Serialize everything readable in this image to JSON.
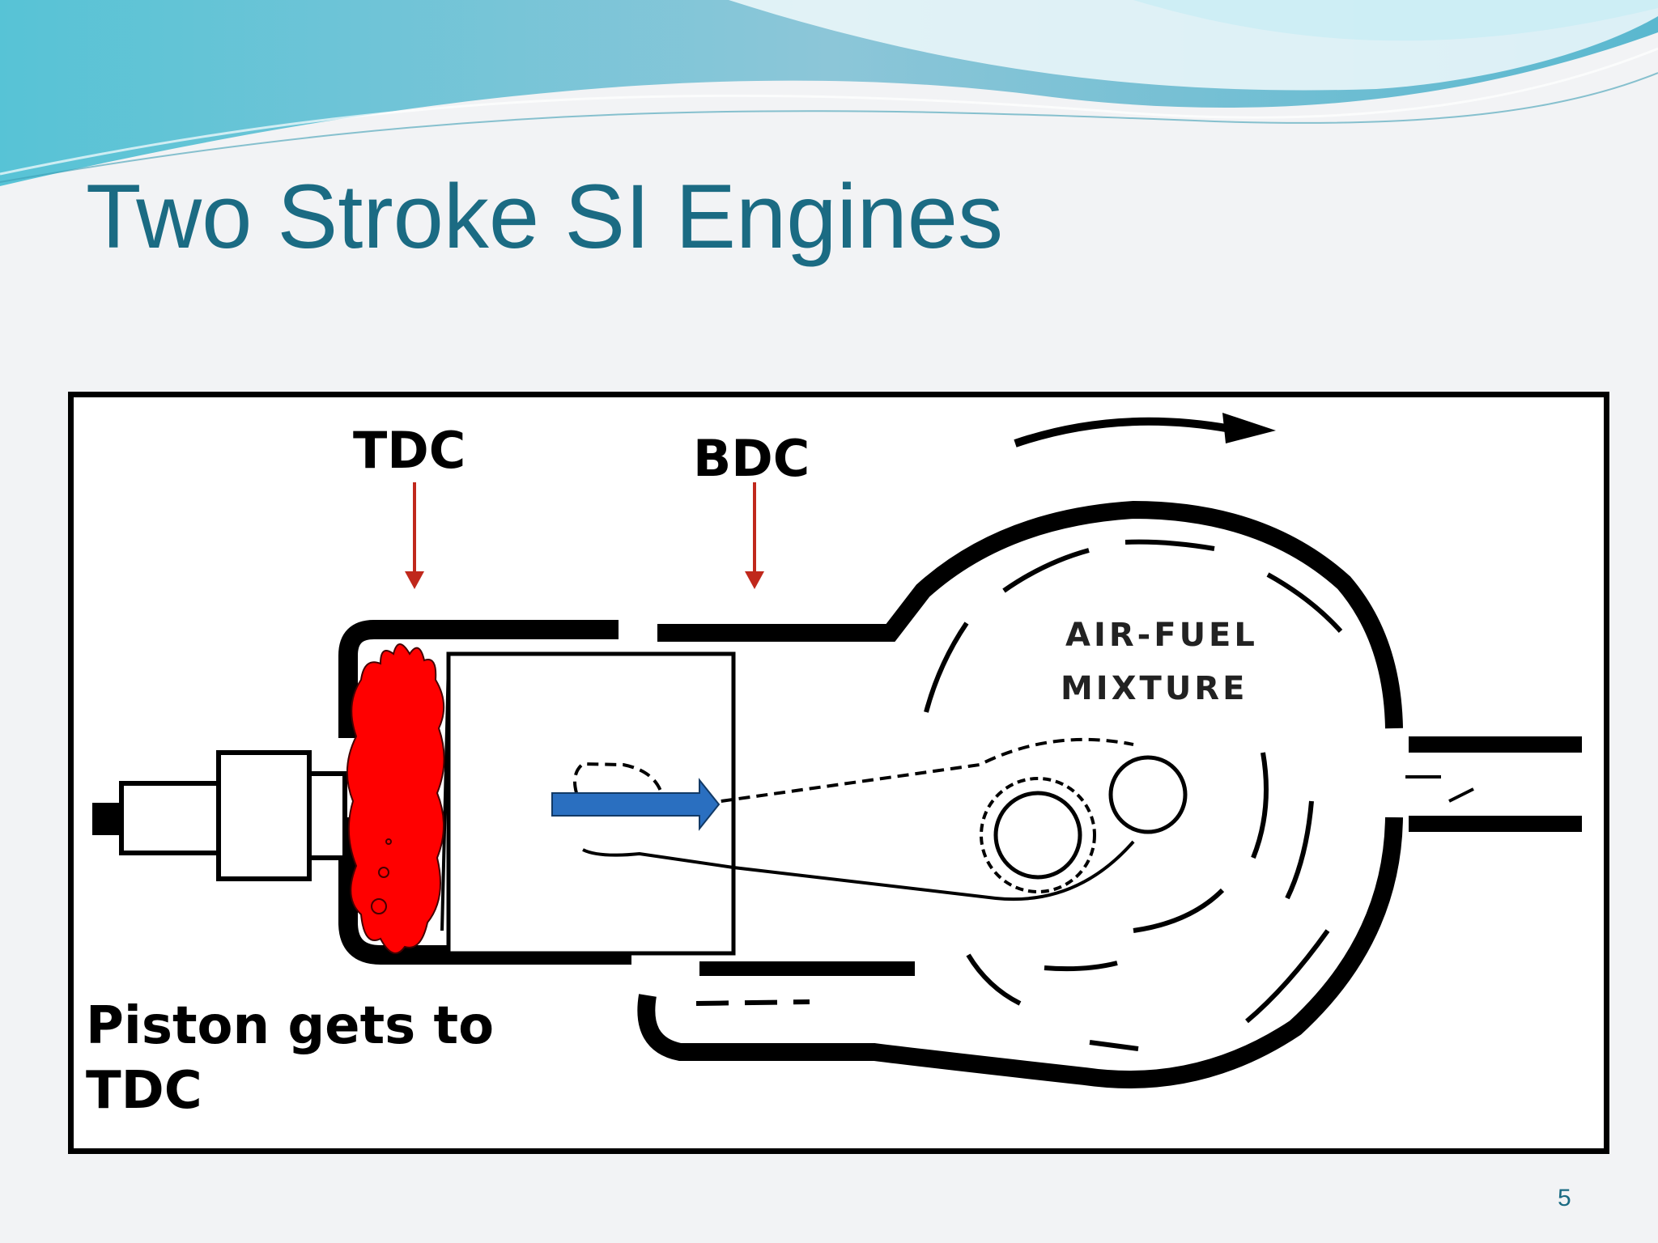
{
  "slide": {
    "title": "Two Stroke SI Engines",
    "page_number": "5"
  },
  "diagram": {
    "tdc_label": "TDC",
    "bdc_label": "BDC",
    "chamber_label_line1": "AIR-FUEL",
    "chamber_label_line2": "MIXTURE",
    "caption": "Piston gets to TDC"
  },
  "colors": {
    "title": "#1b6b83",
    "marker_arrows": "#c0281c",
    "combustion": "#ff0000",
    "motion_arrow": "#2a6fc0"
  }
}
